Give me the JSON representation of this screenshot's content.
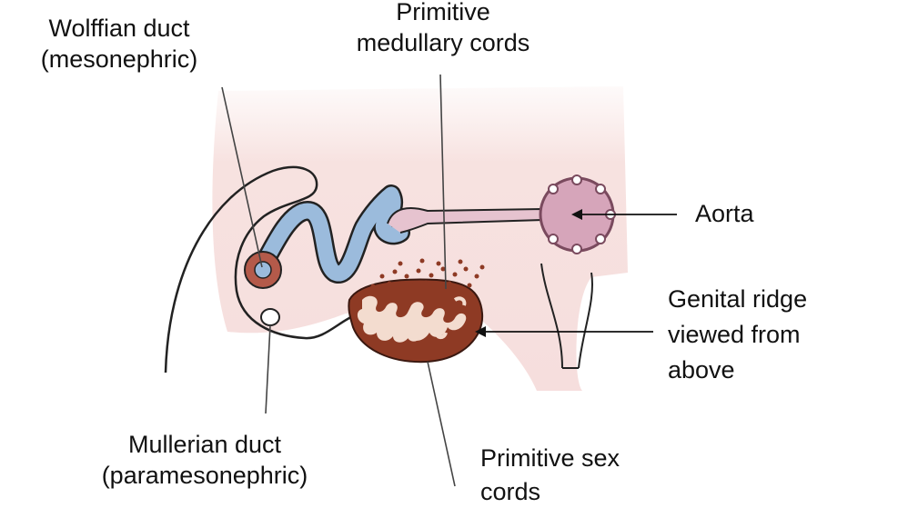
{
  "labels": {
    "wolffian_line1": "Wolffian duct",
    "wolffian_line2": "(mesonephric)",
    "primitive_medullary_line1": "Primitive",
    "primitive_medullary_line2": "medullary cords",
    "aorta": "Aorta",
    "genital_ridge_line1": "Genital ridge",
    "genital_ridge_line2": "viewed from",
    "genital_ridge_line3": "above",
    "mullerian_line1": "Mullerian duct",
    "mullerian_line2": "(paramesonephric)",
    "primitive_sex_line1": "Primitive sex",
    "primitive_sex_line2": "cords"
  },
  "colors": {
    "tissue_background": "#f7e4e2",
    "duct_blue": "#9bbbdc",
    "outline": "#222222",
    "aorta_fill": "#d6a5ba",
    "aorta_stroke": "#7a4a5e",
    "cord_brown": "#8e3a24",
    "cord_light": "#f3dccf",
    "leader_line": "#444444",
    "arrow": "#111111"
  }
}
